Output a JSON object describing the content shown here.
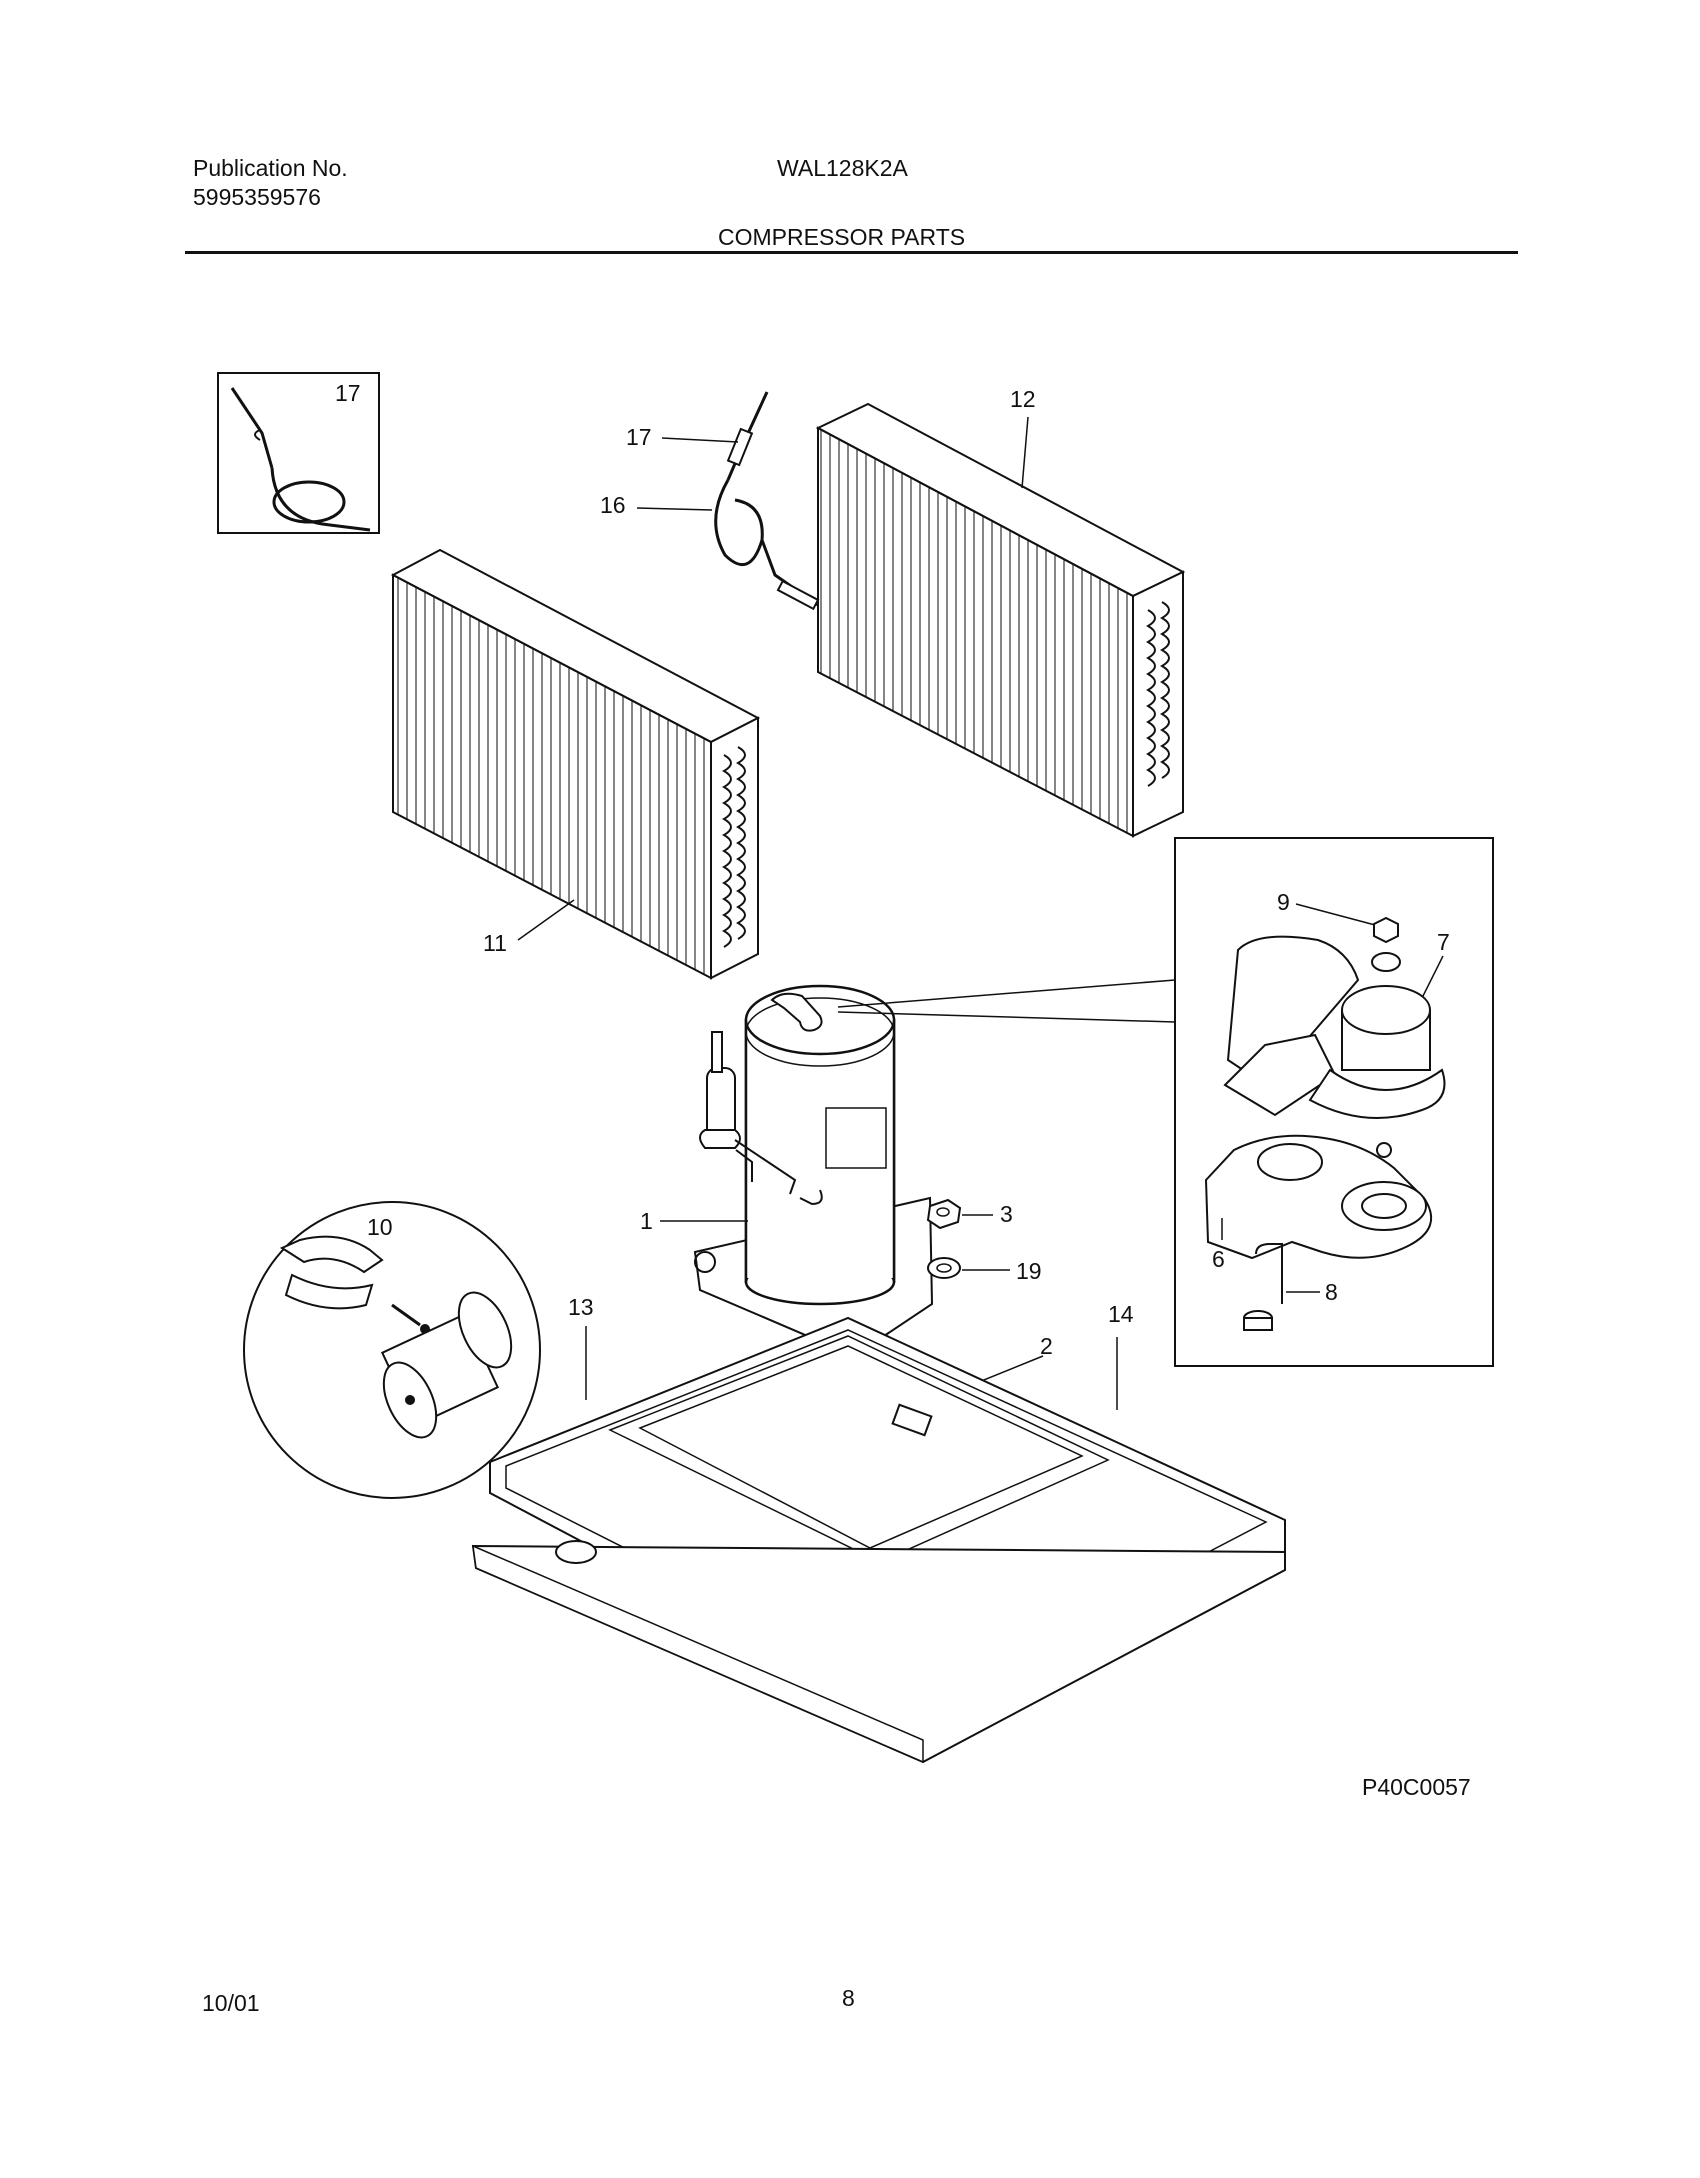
{
  "header": {
    "publication_label": "Publication No.",
    "publication_number": "5995359576",
    "model": "WAL128K2A",
    "section_title": "COMPRESSOR PARTS"
  },
  "callouts": {
    "c1": "1",
    "c2": "2",
    "c3": "3",
    "c6": "6",
    "c7": "7",
    "c8": "8",
    "c9": "9",
    "c10": "10",
    "c11": "11",
    "c12": "12",
    "c13": "13",
    "c14": "14",
    "c16": "16",
    "c17_inset": "17",
    "c17": "17",
    "c19": "19"
  },
  "figure_code": "P40C0057",
  "footer": {
    "date": "10/01",
    "page_number": "8"
  }
}
